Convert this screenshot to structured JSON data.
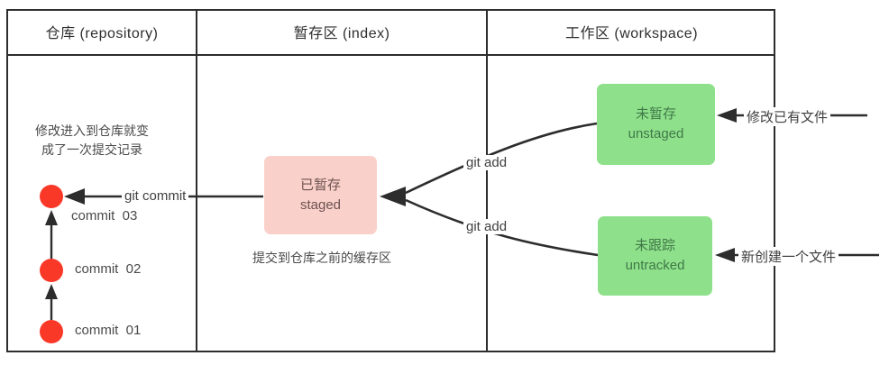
{
  "columns": [
    {
      "id": "repository",
      "label": "仓库 (repository)"
    },
    {
      "id": "index",
      "label": "暂存区 (index)"
    },
    {
      "id": "workspace",
      "label": "工作区 (workspace)"
    }
  ],
  "repository": {
    "note": {
      "line1": "修改进入到仓库就变",
      "line2": "成了一次提交记录"
    },
    "commits": [
      {
        "label": "commit  03"
      },
      {
        "label": "commit  02"
      },
      {
        "label": "commit  01"
      }
    ]
  },
  "index": {
    "staged": {
      "title": "已暂存",
      "subtitle": "staged"
    },
    "caption": "提交到仓库之前的缓存区"
  },
  "workspace": {
    "unstaged": {
      "title": "未暂存",
      "subtitle": "unstaged"
    },
    "untracked": {
      "title": "未跟踪",
      "subtitle": "untracked"
    }
  },
  "arrows": {
    "git_commit": "git commit",
    "git_add_unstaged": "git add",
    "git_add_untracked": "git add",
    "modify_existing_file": "修改已有文件",
    "create_new_file": "新创建一个文件"
  },
  "colors": {
    "commit_node": "#fa3828",
    "staged_box": "#f9d0ca",
    "staged_text": "#6e5250",
    "workspace_box": "#8ee18a",
    "workspace_text": "#41794a",
    "line": "#2d2d2d",
    "border": "#2d2d2d"
  }
}
